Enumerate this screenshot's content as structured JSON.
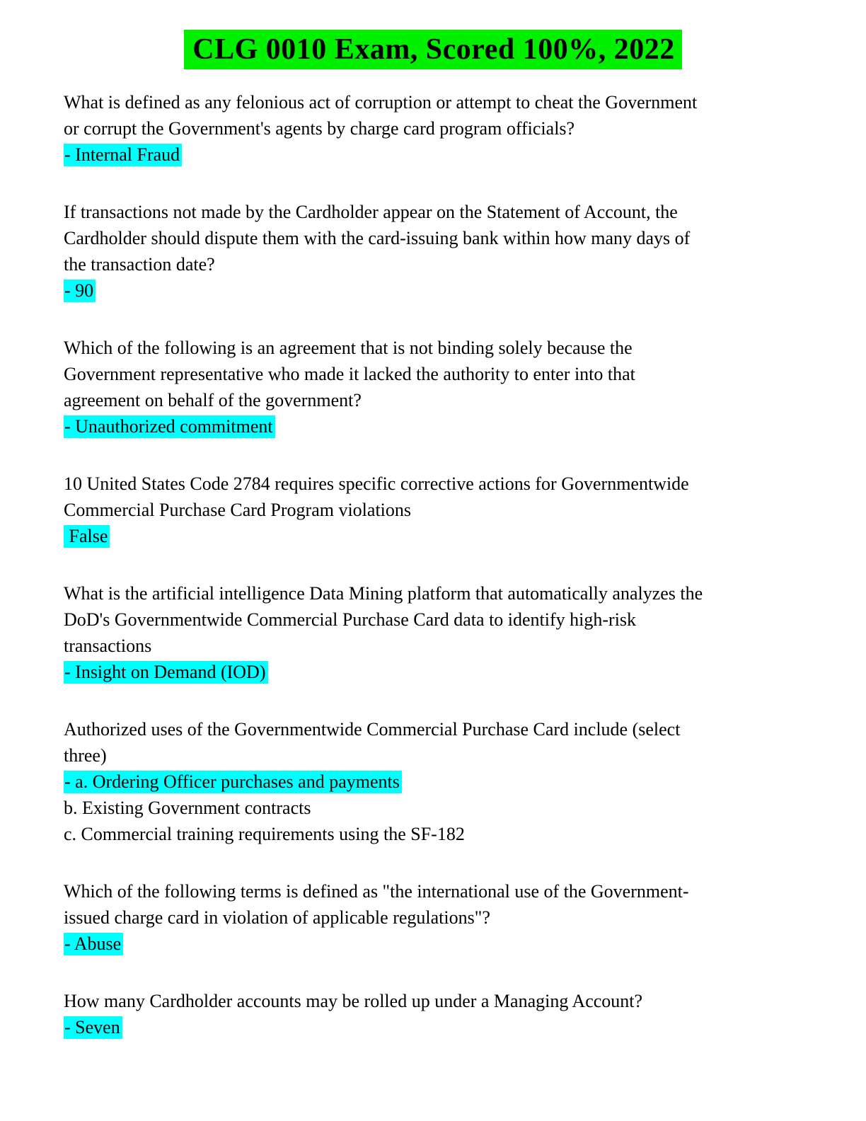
{
  "page": {
    "title": "CLG 0010 Exam, Scored 100%, 2022"
  },
  "colors": {
    "title_highlight": "#00f000",
    "answer_highlight": "#00ffff",
    "text": "#000000",
    "background": "#ffffff"
  },
  "questions": [
    {
      "question_lines": [
        "What is defined as any felonious act of corruption or attempt to cheat the Government",
        "or corrupt the Government's agents by charge card program officials?"
      ],
      "answer": "- Internal Fraud"
    },
    {
      "question_lines": [
        "If transactions not made by the Cardholder appear on the Statement of Account, the",
        "Cardholder should dispute them with the card-issuing bank within how many days of",
        "the transaction date?"
      ],
      "answer": "- 90"
    },
    {
      "question_lines": [
        "Which of the following is an agreement that is not binding solely because the",
        "Government representative who made it lacked the authority to enter into that",
        "agreement on behalf of the government?"
      ],
      "answer": "- Unauthorized commitment"
    },
    {
      "question_lines": [
        "10 United States Code 2784 requires specific corrective actions for Governmentwide",
        "Commercial Purchase Card Program violations"
      ],
      "answer": " False"
    },
    {
      "question_lines": [
        "What is the artificial intelligence Data Mining platform that automatically analyzes the",
        "DoD's Governmentwide Commercial Purchase Card data to identify high-risk",
        "transactions"
      ],
      "answer": "- Insight on Demand (IOD)"
    },
    {
      "question_lines": [
        "Authorized uses of the Governmentwide Commercial Purchase Card include (select",
        "three)"
      ],
      "answer": "- a. Ordering Officer purchases and payments",
      "extra_lines": [
        "b. Existing Government contracts",
        "c. Commercial training requirements using the SF-182"
      ]
    },
    {
      "question_lines": [
        "Which of the following terms is defined as \"the international use of the Government-",
        "issued charge card in violation of applicable regulations\"?"
      ],
      "answer": "- Abuse"
    },
    {
      "question_lines": [
        "How many Cardholder accounts may be rolled up under a Managing Account?"
      ],
      "answer": "- Seven"
    }
  ]
}
